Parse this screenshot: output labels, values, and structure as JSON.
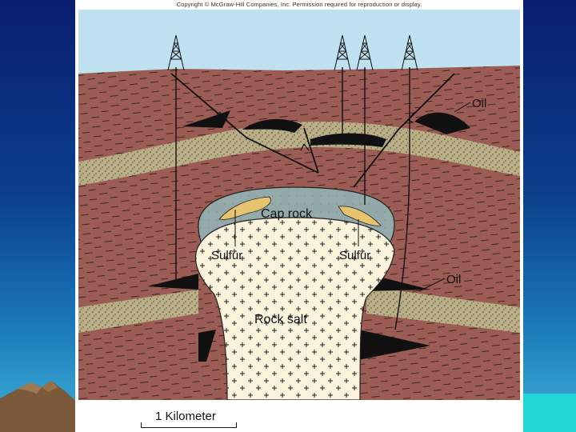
{
  "slide": {
    "copyright": "Copyright © McGraw-Hill Companies, Inc. Permission required for reproduction or display."
  },
  "diagram": {
    "labels": {
      "oil_upper": "Oil",
      "cap_rock": "Cap rock",
      "sulfur_left": "Sulfur",
      "sulfur_right": "Sulfur",
      "oil_lower": "Oil",
      "rock_salt": "Rock salt"
    },
    "scale_label": "1 Kilometer"
  },
  "colors": {
    "sky": "#bfe0ee",
    "shale": "#9a5c55",
    "sandstone": "#b9ad86",
    "salt": "#fbf3dc",
    "cap_rock": "#93a9aa",
    "sulfur": "#e6c36e",
    "oil": "#111111"
  },
  "icons": [
    "oil-derrick-icon",
    "mountain-decoration"
  ]
}
